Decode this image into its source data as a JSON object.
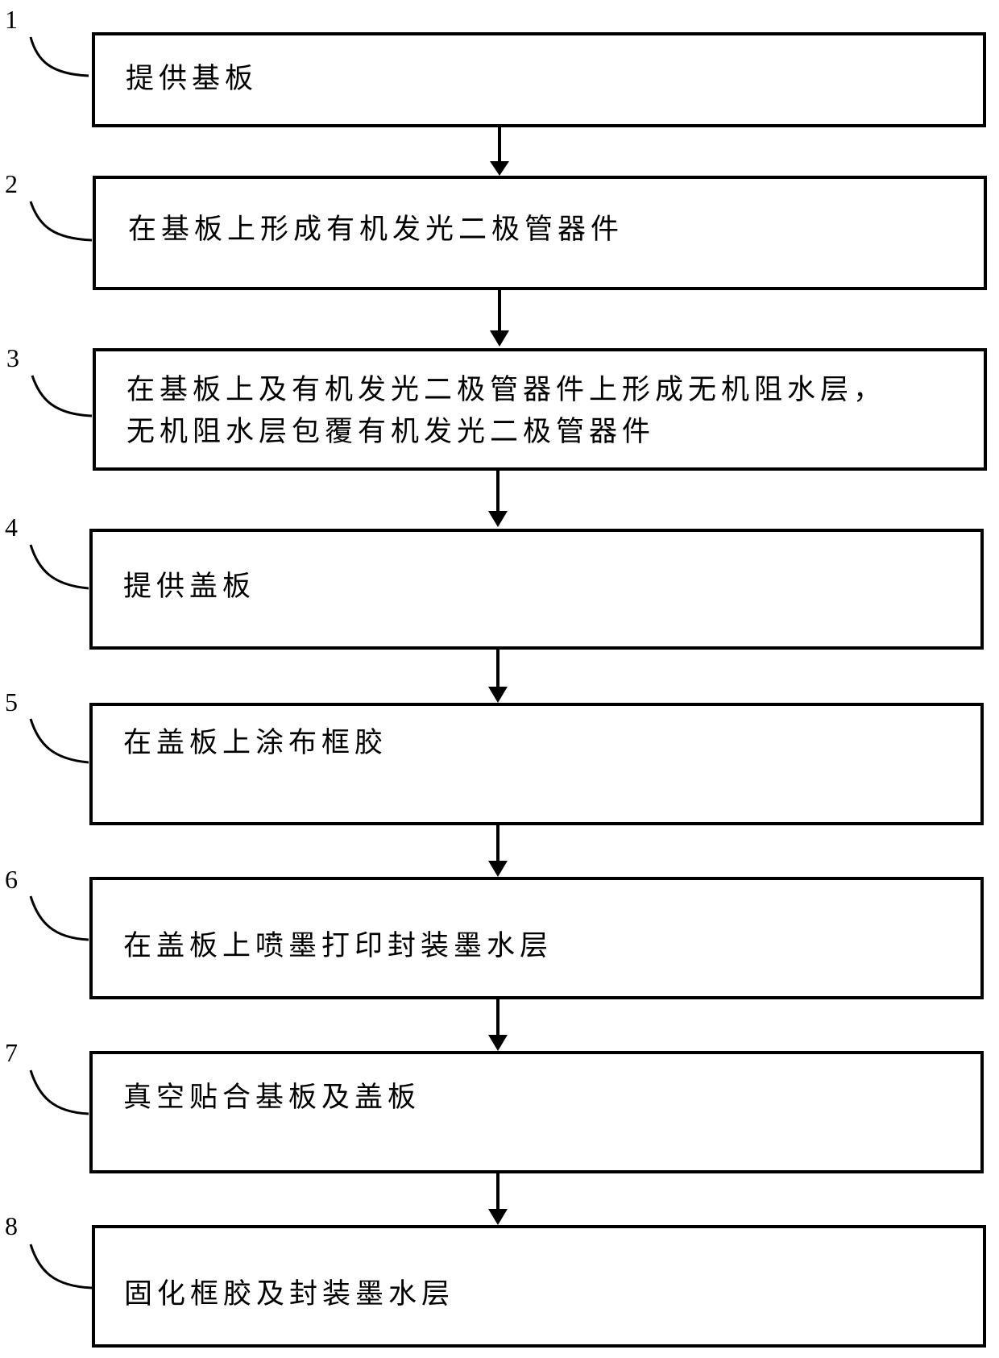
{
  "flowchart": {
    "steps": [
      {
        "number": "1",
        "text": "提供基板"
      },
      {
        "number": "2",
        "text": "在基板上形成有机发光二极管器件"
      },
      {
        "number": "3",
        "text": "在基板上及有机发光二极管器件上形成无机阻水层，\n无机阻水层包覆有机发光二极管器件"
      },
      {
        "number": "4",
        "text": "提供盖板"
      },
      {
        "number": "5",
        "text": "在盖板上涂布框胶"
      },
      {
        "number": "6",
        "text": "在盖板上喷墨打印封装墨水层"
      },
      {
        "number": "7",
        "text": "真空贴合基板及盖板"
      },
      {
        "number": "8",
        "text": "固化框胶及封装墨水层"
      }
    ]
  }
}
